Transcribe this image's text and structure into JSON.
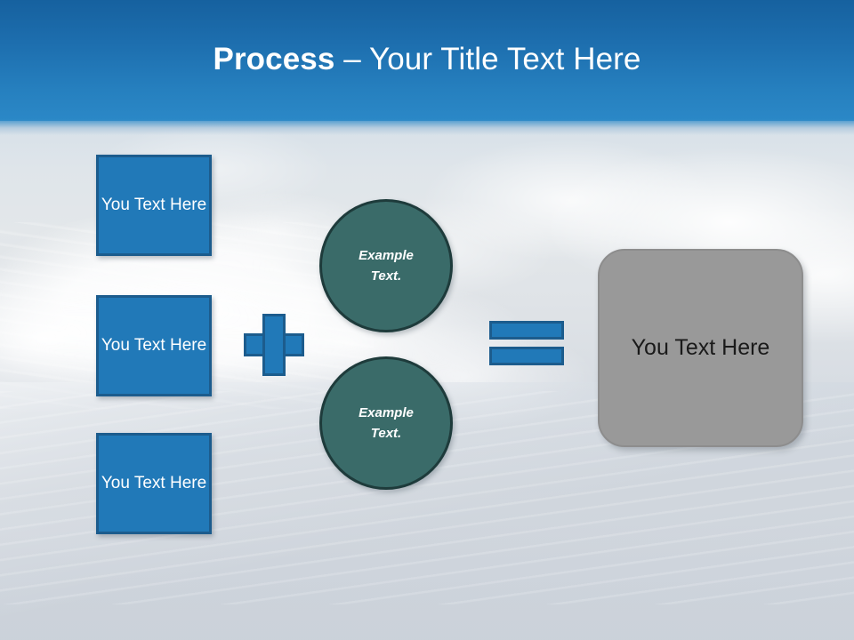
{
  "slide": {
    "title": {
      "strong": "Process",
      "separator": " – ",
      "rest": "Your Title Text Here"
    }
  },
  "inputs": [
    {
      "label": "You Text Here"
    },
    {
      "label": "You Text Here"
    },
    {
      "label": "You Text Here"
    }
  ],
  "operators": {
    "plus": "+",
    "equals": "="
  },
  "middle": [
    {
      "line1": "Example",
      "line2": "Text."
    },
    {
      "line1": "Example",
      "line2": "Text."
    }
  ],
  "result": {
    "label": "You Text Here"
  },
  "colors": {
    "title_band_top": "#16619f",
    "title_band_bottom": "#2b88c7",
    "box_blue_fill": "#2179b8",
    "box_blue_border": "#1c5c8d",
    "circle_teal_fill": "#3a6b69",
    "circle_teal_border": "#1e3b3b",
    "result_gray_fill": "#999999",
    "result_gray_border": "#8d8d8d",
    "title_text": "#ffffff",
    "result_text": "#1a1a1a"
  }
}
